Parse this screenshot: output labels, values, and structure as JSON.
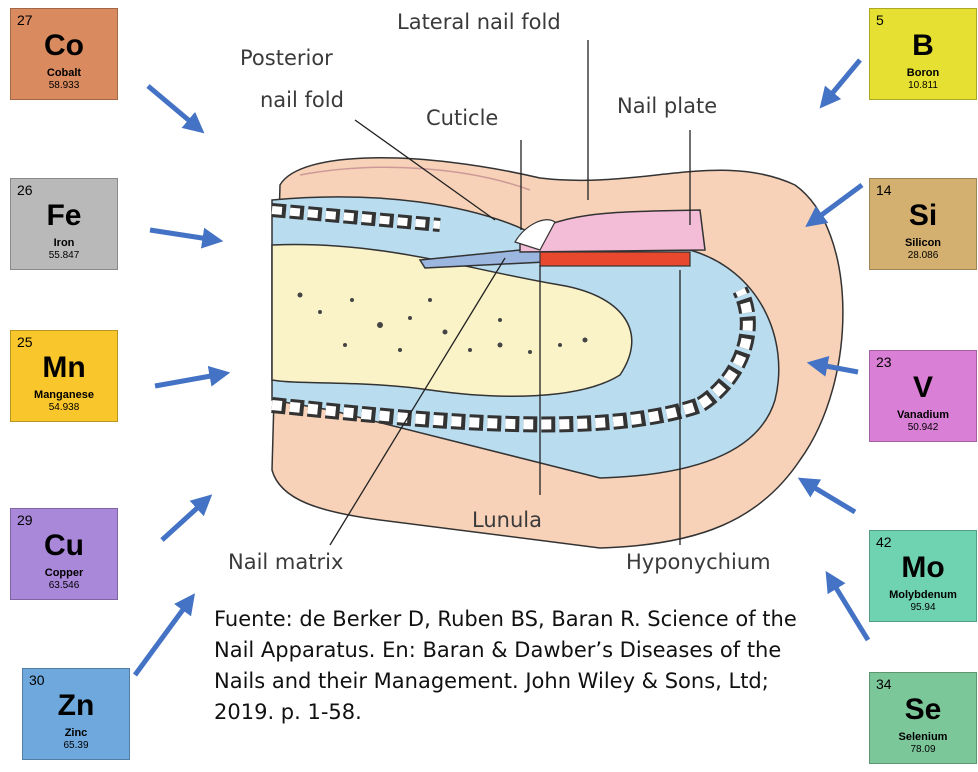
{
  "elements": [
    {
      "id": "co",
      "number": "27",
      "symbol": "Co",
      "name": "Cobalt",
      "mass": "58.933",
      "color": "#d98a5f"
    },
    {
      "id": "fe",
      "number": "26",
      "symbol": "Fe",
      "name": "Iron",
      "mass": "55.847",
      "color": "#b9b9b9"
    },
    {
      "id": "mn",
      "number": "25",
      "symbol": "Mn",
      "name": "Manganese",
      "mass": "54.938",
      "color": "#f9c62c"
    },
    {
      "id": "cu",
      "number": "29",
      "symbol": "Cu",
      "name": "Copper",
      "mass": "63.546",
      "color": "#a987d9"
    },
    {
      "id": "zn",
      "number": "30",
      "symbol": "Zn",
      "name": "Zinc",
      "mass": "65.39",
      "color": "#6ea8dc"
    },
    {
      "id": "b",
      "number": "5",
      "symbol": "B",
      "name": "Boron",
      "mass": "10.811",
      "color": "#e6e032"
    },
    {
      "id": "si",
      "number": "14",
      "symbol": "Si",
      "name": "Silicon",
      "mass": "28.086",
      "color": "#d4b070"
    },
    {
      "id": "v",
      "number": "23",
      "symbol": "V",
      "name": "Vanadium",
      "mass": "50.942",
      "color": "#da7fd6"
    },
    {
      "id": "mo",
      "number": "42",
      "symbol": "Mo",
      "name": "Molybdenum",
      "mass": "95.94",
      "color": "#6fd2b0"
    },
    {
      "id": "se",
      "number": "34",
      "symbol": "Se",
      "name": "Selenium",
      "mass": "78.09",
      "color": "#7cc79a"
    }
  ],
  "diagram_labels": {
    "lateral_nail_fold": "Lateral nail fold",
    "posterior_nail_fold_1": "Posterior",
    "posterior_nail_fold_2": "nail fold",
    "cuticle": "Cuticle",
    "nail_plate": "Nail plate",
    "lunula": "Lunula",
    "nail_matrix": "Nail matrix",
    "hyponychium": "Hyponychium"
  },
  "source": {
    "line1": "Fuente: de Berker D, Ruben BS, Baran R. Science of the",
    "line2": "Nail Apparatus. En: Baran & Dawber’s Diseases of the",
    "line3": "Nails and their Management. John Wiley & Sons, Ltd;",
    "line4": "2019. p. 1-58."
  },
  "colors": {
    "arrow": "#4472c4",
    "skin": "#f8d2b8",
    "bone": "#fbf3c8",
    "tissue_blue": "#b9dcef",
    "nail_plate": "#f3bcd7",
    "lunula_red": "#e8492e",
    "matrix_blue": "#9bb6df"
  }
}
